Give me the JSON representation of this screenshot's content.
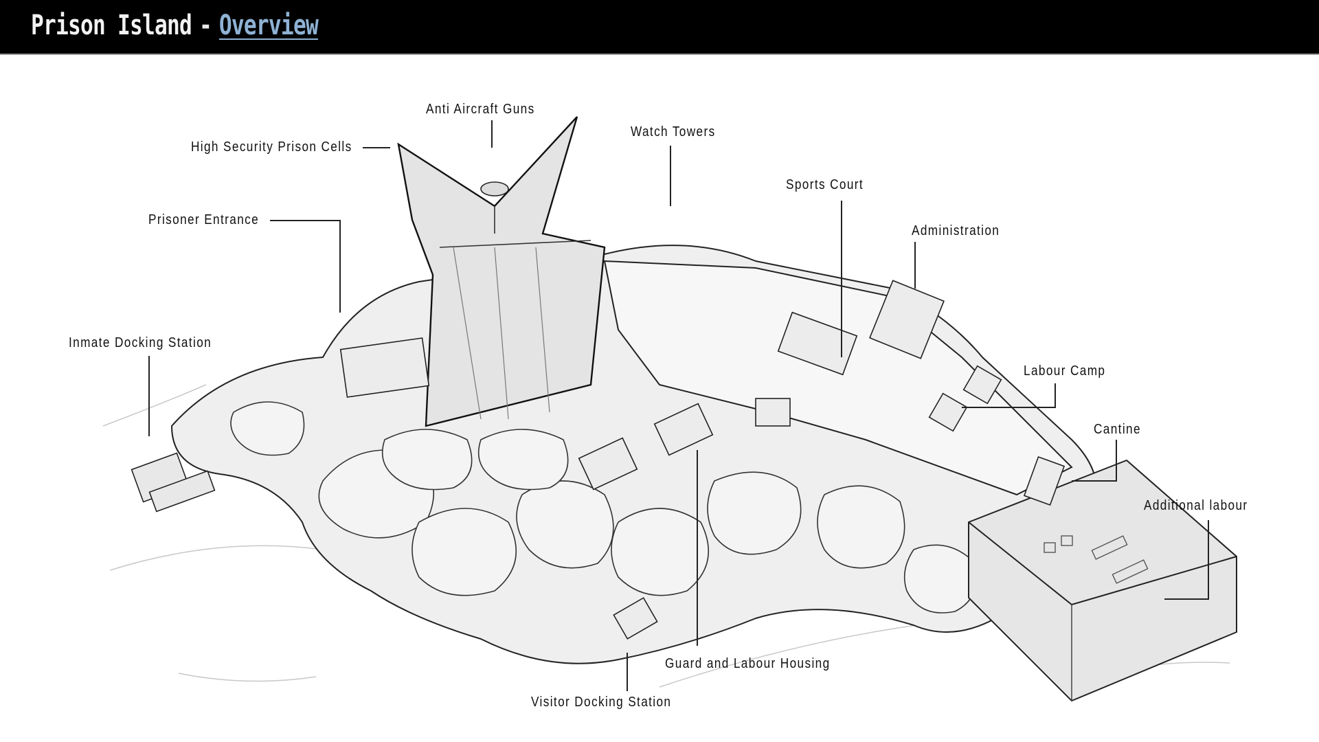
{
  "header": {
    "title_main": "Prison Island",
    "separator": "-",
    "title_sub": "Overview",
    "colors": {
      "background": "#000000",
      "title_main": "#f2f2f2",
      "title_sub": "#8fb2d4"
    }
  },
  "diagram": {
    "labels": [
      {
        "id": "anti-aircraft-guns",
        "text": "Anti Aircraft Guns"
      },
      {
        "id": "high-security-prison-cells",
        "text": "High Security Prison Cells"
      },
      {
        "id": "watch-towers",
        "text": "Watch Towers"
      },
      {
        "id": "prisoner-entrance",
        "text": "Prisoner Entrance"
      },
      {
        "id": "sports-court",
        "text": "Sports Court"
      },
      {
        "id": "administration",
        "text": "Administration"
      },
      {
        "id": "inmate-docking-station",
        "text": "Inmate Docking Station"
      },
      {
        "id": "labour-camp",
        "text": "Labour Camp"
      },
      {
        "id": "cantine",
        "text": "Cantine"
      },
      {
        "id": "additional-labour",
        "text": "Additional labour"
      },
      {
        "id": "guard-and-labour-housing",
        "text": "Guard and Labour Housing"
      },
      {
        "id": "visitor-docking-station",
        "text": "Visitor Docking Station"
      }
    ]
  }
}
